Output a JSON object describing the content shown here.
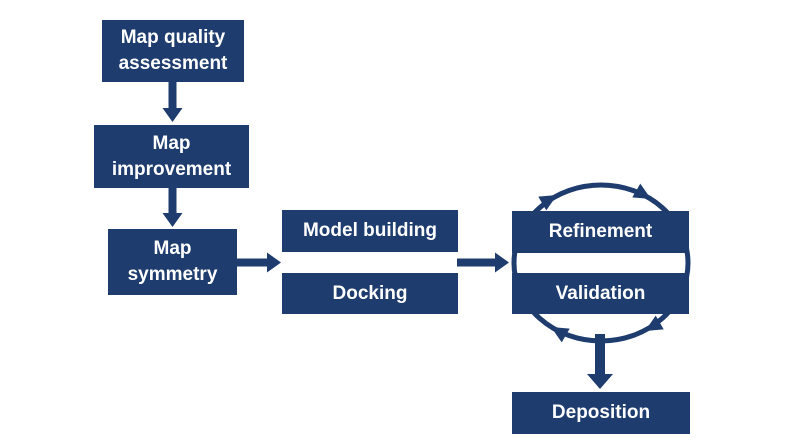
{
  "diagram": {
    "type": "flowchart",
    "background": "#ffffff",
    "colors": {
      "node_fill": "#1e3c6e",
      "node_text": "#ffffff",
      "arrow": "#1e3c6e"
    },
    "nodes": {
      "map_quality": {
        "label": "Map quality assessment",
        "line1": "Map quality",
        "line2": "assessment"
      },
      "map_improvement": {
        "label": "Map improvement",
        "line1": "Map",
        "line2": "improvement"
      },
      "map_symmetry": {
        "label": "Map symmetry",
        "line1": "Map",
        "line2": "symmetry"
      },
      "model_building": {
        "label": "Model building"
      },
      "docking": {
        "label": "Docking"
      },
      "refinement": {
        "label": "Refinement"
      },
      "validation": {
        "label": "Validation"
      },
      "deposition": {
        "label": "Deposition"
      }
    },
    "edges": [
      {
        "from": "Map quality assessment",
        "to": "Map improvement",
        "direction": "down"
      },
      {
        "from": "Map improvement",
        "to": "Map symmetry",
        "direction": "down"
      },
      {
        "from": "Map symmetry",
        "to": "Model building / Docking",
        "direction": "right"
      },
      {
        "from": "Model building / Docking",
        "to": "Refinement / Validation",
        "direction": "right"
      },
      {
        "from": "Refinement / Validation cycle",
        "to": "Deposition",
        "direction": "down"
      }
    ],
    "cycle": {
      "nodes": [
        "Refinement",
        "Validation"
      ],
      "direction": "clockwise",
      "arrowheads": 4
    }
  }
}
